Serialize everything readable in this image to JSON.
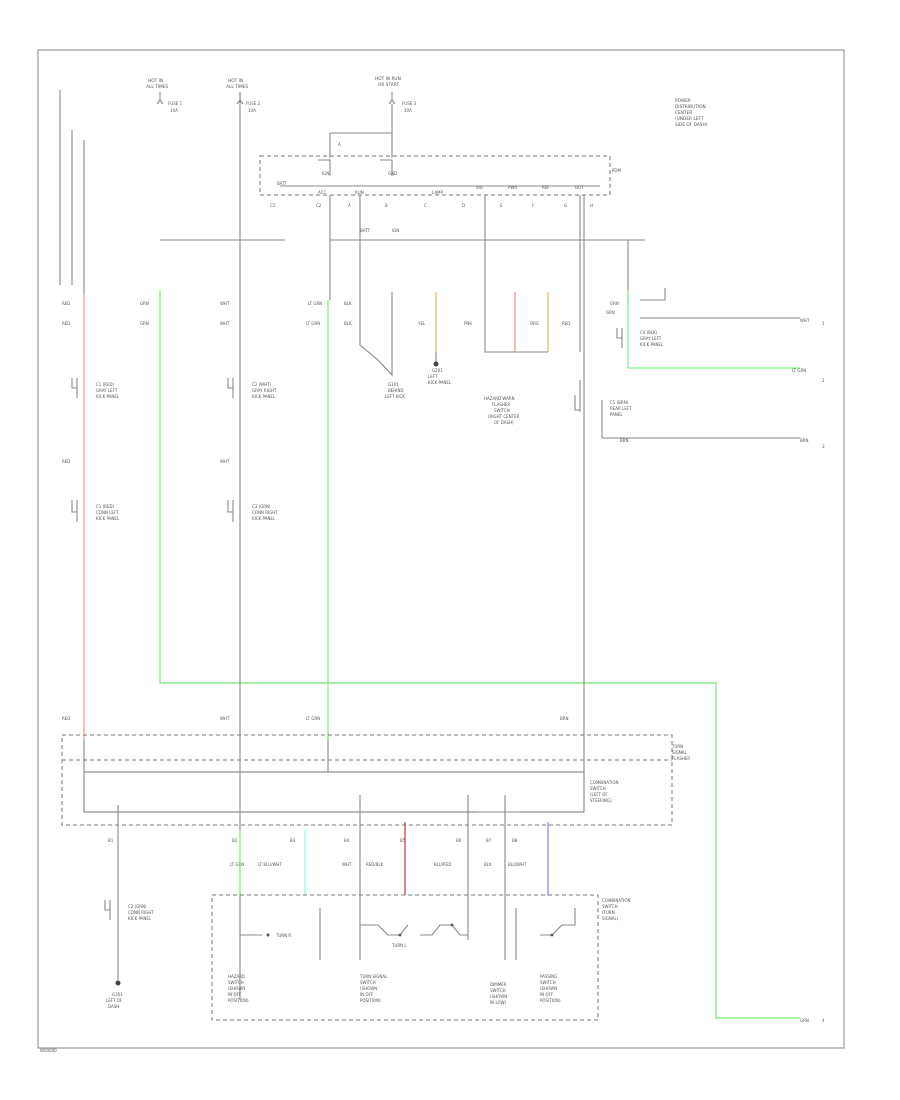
{
  "diagram": {
    "footer_id": "W00000",
    "palette": {
      "green": "#88ee88",
      "pink": "#ff9999",
      "orange": "#f0c070",
      "red": "#cc4444",
      "cyan": "#88ffee",
      "blue": "#8888ff",
      "line": "#888888"
    },
    "top_labels": {
      "fuse_a": [
        "HOT IN",
        "ALL TIMES"
      ],
      "fuse_b": [
        "HOT IN",
        "ALL TIMES"
      ],
      "fuse_c": [
        "HOT IN RUN",
        "OR START"
      ],
      "fuse_a_id": [
        "FUSE 1",
        "10A"
      ],
      "fuse_b_id": [
        "FUSE 2",
        "10A"
      ],
      "fuse_c_id": [
        "FUSE 3",
        "10A"
      ],
      "module_note": [
        "POWER",
        "DISTRIBUTION",
        "CENTER",
        "(UNDER LEFT",
        "SIDE OF DASH)"
      ]
    },
    "module_top": {
      "tag": "PDM",
      "pins": [
        "C1",
        "C2",
        "A",
        "B",
        "C",
        "D",
        "E",
        "F",
        "G",
        "H"
      ],
      "pin_names": [
        "BATT",
        "IGN",
        "GND",
        "ACC",
        "RUN",
        "LAMP",
        "SIG",
        "PWR",
        "REF",
        "OUT"
      ],
      "bus_labels": [
        "BATT",
        "IGN"
      ]
    },
    "wire_labels": {
      "w1": [
        "RED",
        "RED"
      ],
      "w2": [
        "GRN",
        "GRN"
      ],
      "w3": [
        "WHT",
        "WHT"
      ],
      "w4": [
        "LT GRN",
        "LT GRN"
      ],
      "w5": [
        "BLK",
        "BLK"
      ],
      "w6": [
        "YEL",
        "ORG"
      ],
      "w7": [
        "PNK",
        "ORG"
      ],
      "w8": [
        "RED",
        "BLK"
      ],
      "w9": [
        "GRN",
        "GRN"
      ],
      "left_mid_a": "RED",
      "left_mid_b": "WHT",
      "right_out_1": "WHT",
      "right_out_2": "LT GRN",
      "right_out_3": "BRN",
      "bus2_1": "RED",
      "bus2_2": "WHT",
      "bus2_3": "LT GRN",
      "bus2_4": "BRN"
    },
    "connectors": {
      "c_left_1": [
        "C1 (RED)",
        "GRAY LEFT",
        "KICK PANEL"
      ],
      "c_left_2": [
        "C2 (WHT)",
        "GRAY RIGHT",
        "KICK PANEL"
      ],
      "c_left_3": [
        "C1 (RED)",
        "CONN LEFT",
        "KICK PANEL"
      ],
      "c_left_4": [
        "C3 (GRN)",
        "CONN RIGHT",
        "KICK PANEL"
      ],
      "c_right_1": [
        "C4 (BLK)",
        "GRAY LEFT",
        "KICK PANEL"
      ],
      "c_right_2": [
        "C5 (BRN)",
        "REAR LEFT",
        "PANEL"
      ],
      "c_bottom": [
        "C2 (GRN)",
        "CONN RIGHT",
        "KICK PANEL"
      ]
    },
    "grounds": {
      "g1": [
        "G101",
        "BEHIND",
        "LEFT KICK"
      ],
      "g2": [
        "G201",
        "LEFT",
        "KICK PANEL"
      ],
      "g3": [
        "G301",
        "LEFT OF",
        "DASH"
      ]
    },
    "mid_labels": {
      "switch_name": [
        "HAZARD WARN",
        "FLASHER",
        "SWITCH",
        "(RIGHT CENTER",
        "OF DASH)"
      ]
    },
    "lower_module": {
      "name": [
        "TURN",
        "SIGNAL",
        "FLASHER"
      ],
      "name2": [
        "COMBINATION",
        "SWITCH",
        "(LEFT OF",
        "STEERING)"
      ],
      "top_pins": [
        "RED",
        "WHT",
        "LT GRN",
        "BRN"
      ],
      "bottom_pins": [
        "B1",
        "B2",
        "B3",
        "B4",
        "B5",
        "B6",
        "B7",
        "B8"
      ],
      "bottom_wires": [
        "LT GRN",
        "LT BLU/WHT",
        "WHT",
        "RED/BLK",
        "BLU/RED",
        "BLK",
        "BLU/WHT"
      ]
    },
    "switch_box": {
      "name": [
        "COMBINATION",
        "SWITCH",
        "(TURN",
        "SIGNAL)"
      ],
      "s1": [
        "HAZARD",
        "SWITCH",
        "(SHOWN",
        "IN OFF",
        "POSITION)"
      ],
      "s2": [
        "TURN SIGNAL",
        "SWITCH",
        "(SHOWN",
        "IN OFF",
        "POSITION)"
      ],
      "s3": [
        "DIMMER",
        "SWITCH",
        "(SHOWN",
        "IN LOW)"
      ],
      "s4": [
        "PASSING",
        "SWITCH",
        "(SHOWN",
        "IN OFF",
        "POSITION)"
      ],
      "contact_a": "TURN R",
      "contact_b": "TURN L"
    },
    "right_edge": {
      "out1": "WHT",
      "out2": "LT GRN",
      "out3": "BRN",
      "out4": "GRN",
      "arrows": [
        "1",
        "2",
        "3",
        "4"
      ]
    }
  }
}
